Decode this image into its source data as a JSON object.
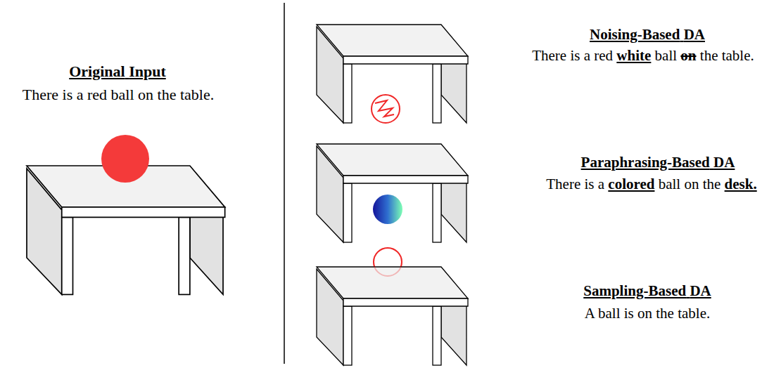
{
  "diagram": {
    "labels": [
      "Original Input",
      "There is a red ball on the table.",
      "Noising-Based DA",
      "There is a red white ball on the table.",
      "Paraphrasing-Based DA",
      "There is a colored ball on the desk.",
      "Sampling-Based DA",
      "A ball is on the table."
    ]
  }
}
